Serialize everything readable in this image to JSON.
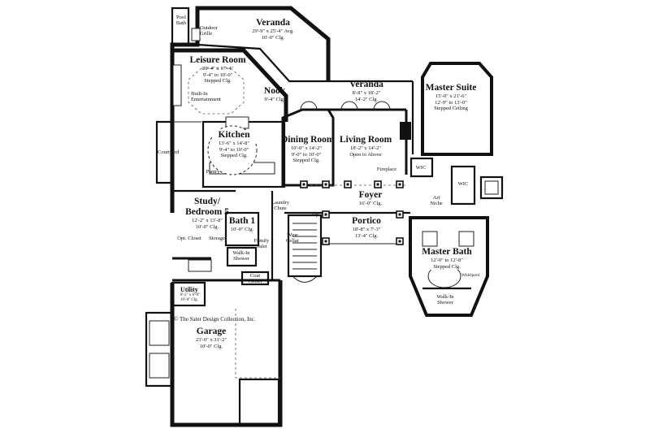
{
  "rooms": [
    {
      "id": "veranda-top",
      "title": "Veranda",
      "details": [
        "29'-9\" x 25'-4\" Avg.",
        "10'-0\" Clg."
      ]
    },
    {
      "id": "leisure",
      "title": "Leisure Room",
      "details": [
        "20'-4\" x 17'-4\"",
        "9'-4\" to 10'-0\"",
        "Stepped Clg."
      ]
    },
    {
      "id": "nook",
      "title": "Nook",
      "details": [
        "9'-4\" Clg."
      ]
    },
    {
      "id": "veranda-mid",
      "title": "Veranda",
      "details": [
        "8'-8\" x 18'-2\"",
        "14'-2\" Clg."
      ]
    },
    {
      "id": "master-suite",
      "title": "Master Suite",
      "details": [
        "15'-0\" x 21'-6\"",
        "12'-9\" to 13'-0\"",
        "Stepped Ceiling"
      ]
    },
    {
      "id": "kitchen",
      "title": "Kitchen",
      "details": [
        "13'-6\" x 14'-8\"",
        "9'-4\" to 10'-0\"",
        "Stepped Clg."
      ]
    },
    {
      "id": "dining",
      "title": "Dining Room",
      "details": [
        "10'-0\" x 14'-2\"",
        "9'-0\" to 10'-0\"",
        "Stepped Clg."
      ]
    },
    {
      "id": "living",
      "title": "Living Room",
      "details": [
        "18'-2\" x 14'-2\"",
        "Open to Above"
      ]
    },
    {
      "id": "foyer",
      "title": "Foyer",
      "details": [
        "16'-0\" Clg."
      ]
    },
    {
      "id": "study",
      "title": "Study/\nBedroom 5",
      "details": [
        "12'-2\" x 13'-8\"",
        "10'-0\" Clg."
      ]
    },
    {
      "id": "bath1",
      "title": "Bath 1",
      "details": [
        "10'-0\" Clg."
      ]
    },
    {
      "id": "portico",
      "title": "Portico",
      "details": [
        "18'-8\" x 7'-3\"",
        "13'-4\" Clg."
      ]
    },
    {
      "id": "master-bath",
      "title": "Master Bath",
      "details": [
        "12'-0\" to 12'-8\"",
        "Stepped Clg."
      ]
    },
    {
      "id": "utility",
      "title": "Utility",
      "details": [
        "8'-2\" x 6'-0\"",
        "10'-0\" Clg."
      ]
    },
    {
      "id": "garage",
      "title": "Garage",
      "details": [
        "23'-0\" x 31'-2\"",
        "10'-0\" Clg."
      ]
    }
  ],
  "labels": {
    "pool_bath": "Pool\nBath",
    "outdoor_grille": "Outdoor\nGrille",
    "built_in": "Built-In\nEntertainment",
    "courtyard": "Courtyard",
    "pantry": "Pantry",
    "laundry": "Laundry\nChute",
    "wine": "Wine\nCellar",
    "up": "Up",
    "fireplace": "Fireplace",
    "wic1": "WIC",
    "wic2": "WIC",
    "art_niche": "Art\nNiche",
    "opt_closet": "Opt. Closet",
    "storage": "Storage",
    "family_valet": "Family\nValet",
    "walk_in_shower_1": "Walk-In\nShower",
    "coat_closet": "Coat\nCloset",
    "whirlpool": "Whirlpool",
    "walk_in_shower_2": "Walk-In\nShower",
    "copyright": "© The Sater Design Collection, Inc."
  }
}
